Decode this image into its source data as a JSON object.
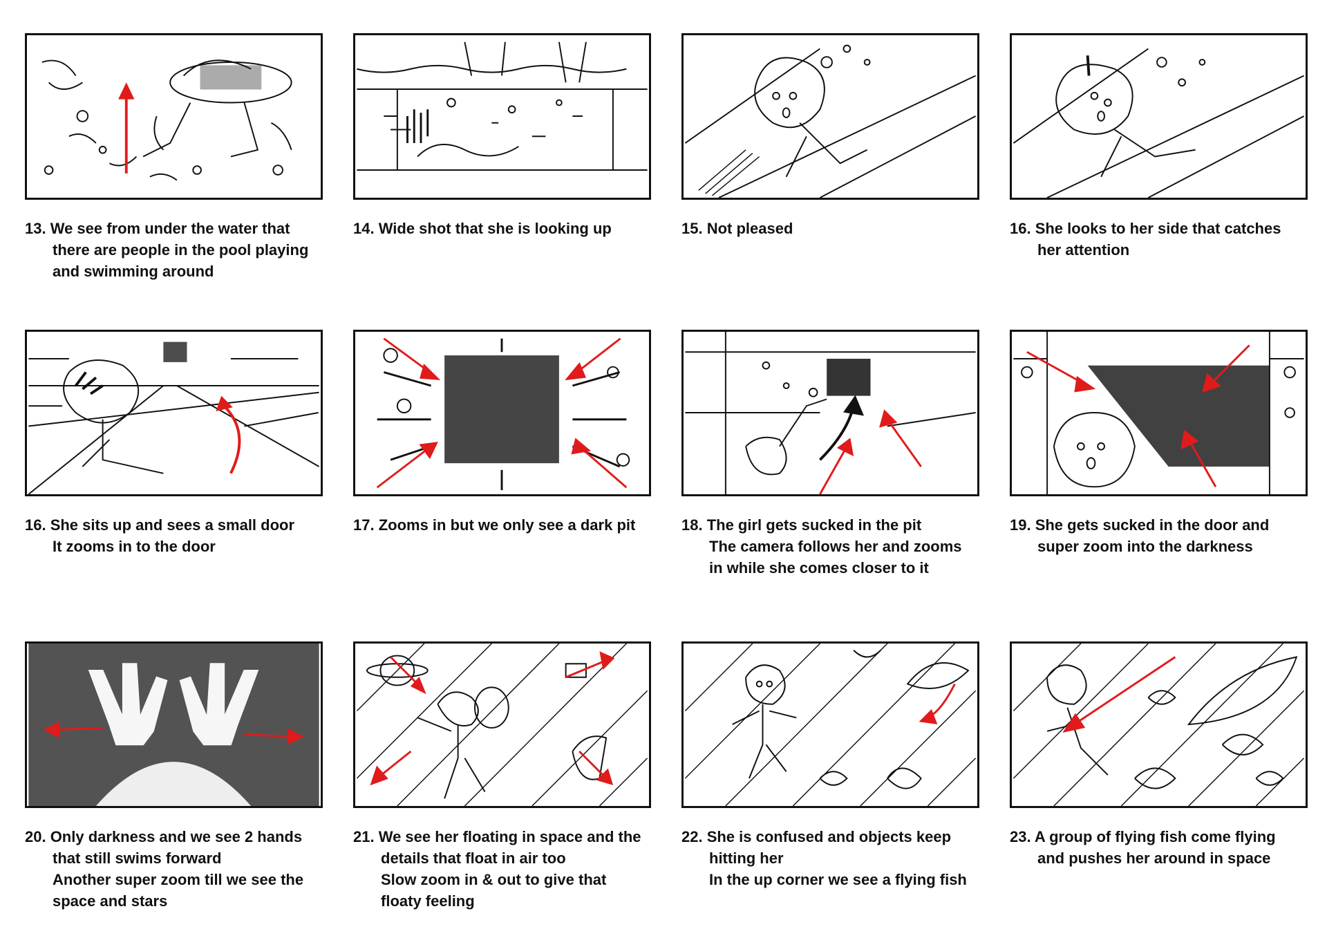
{
  "panels": [
    {
      "lines": [
        "13. We see from under the water that",
        "there are people in the pool playing",
        "and swimming around"
      ]
    },
    {
      "lines": [
        "14. Wide shot that she is looking up"
      ]
    },
    {
      "lines": [
        "15. Not pleased"
      ]
    },
    {
      "lines": [
        "16. She looks to her side that catches",
        "her attention"
      ]
    },
    {
      "lines": [
        "16. She sits up and sees a small door",
        "It zooms in to the door"
      ]
    },
    {
      "lines": [
        "17.  Zooms in but we only see a dark pit"
      ]
    },
    {
      "lines": [
        "18. The girl gets sucked in the pit",
        "The camera follows her and zooms",
        "in while she comes closer to it"
      ]
    },
    {
      "lines": [
        "19. She gets sucked in the door and",
        "super zoom into the darkness"
      ]
    },
    {
      "lines": [
        "20. Only darkness and we see 2 hands",
        "that still swims forward",
        "Another super zoom till we see the",
        "space and stars"
      ]
    },
    {
      "lines": [
        "21. We see her floating in space and the",
        "details that float in air too",
        "Slow zoom in & out to give that",
        "floaty feeling"
      ]
    },
    {
      "lines": [
        "22. She is confused and objects keep",
        "hitting her",
        "In the up corner we see a flying fish"
      ]
    },
    {
      "lines": [
        "23. A group of flying fish come flying",
        "and pushes her around in space"
      ]
    }
  ],
  "colors": {
    "ink": "#111111",
    "arrow": "#e01b1b",
    "paper": "#ffffff"
  }
}
